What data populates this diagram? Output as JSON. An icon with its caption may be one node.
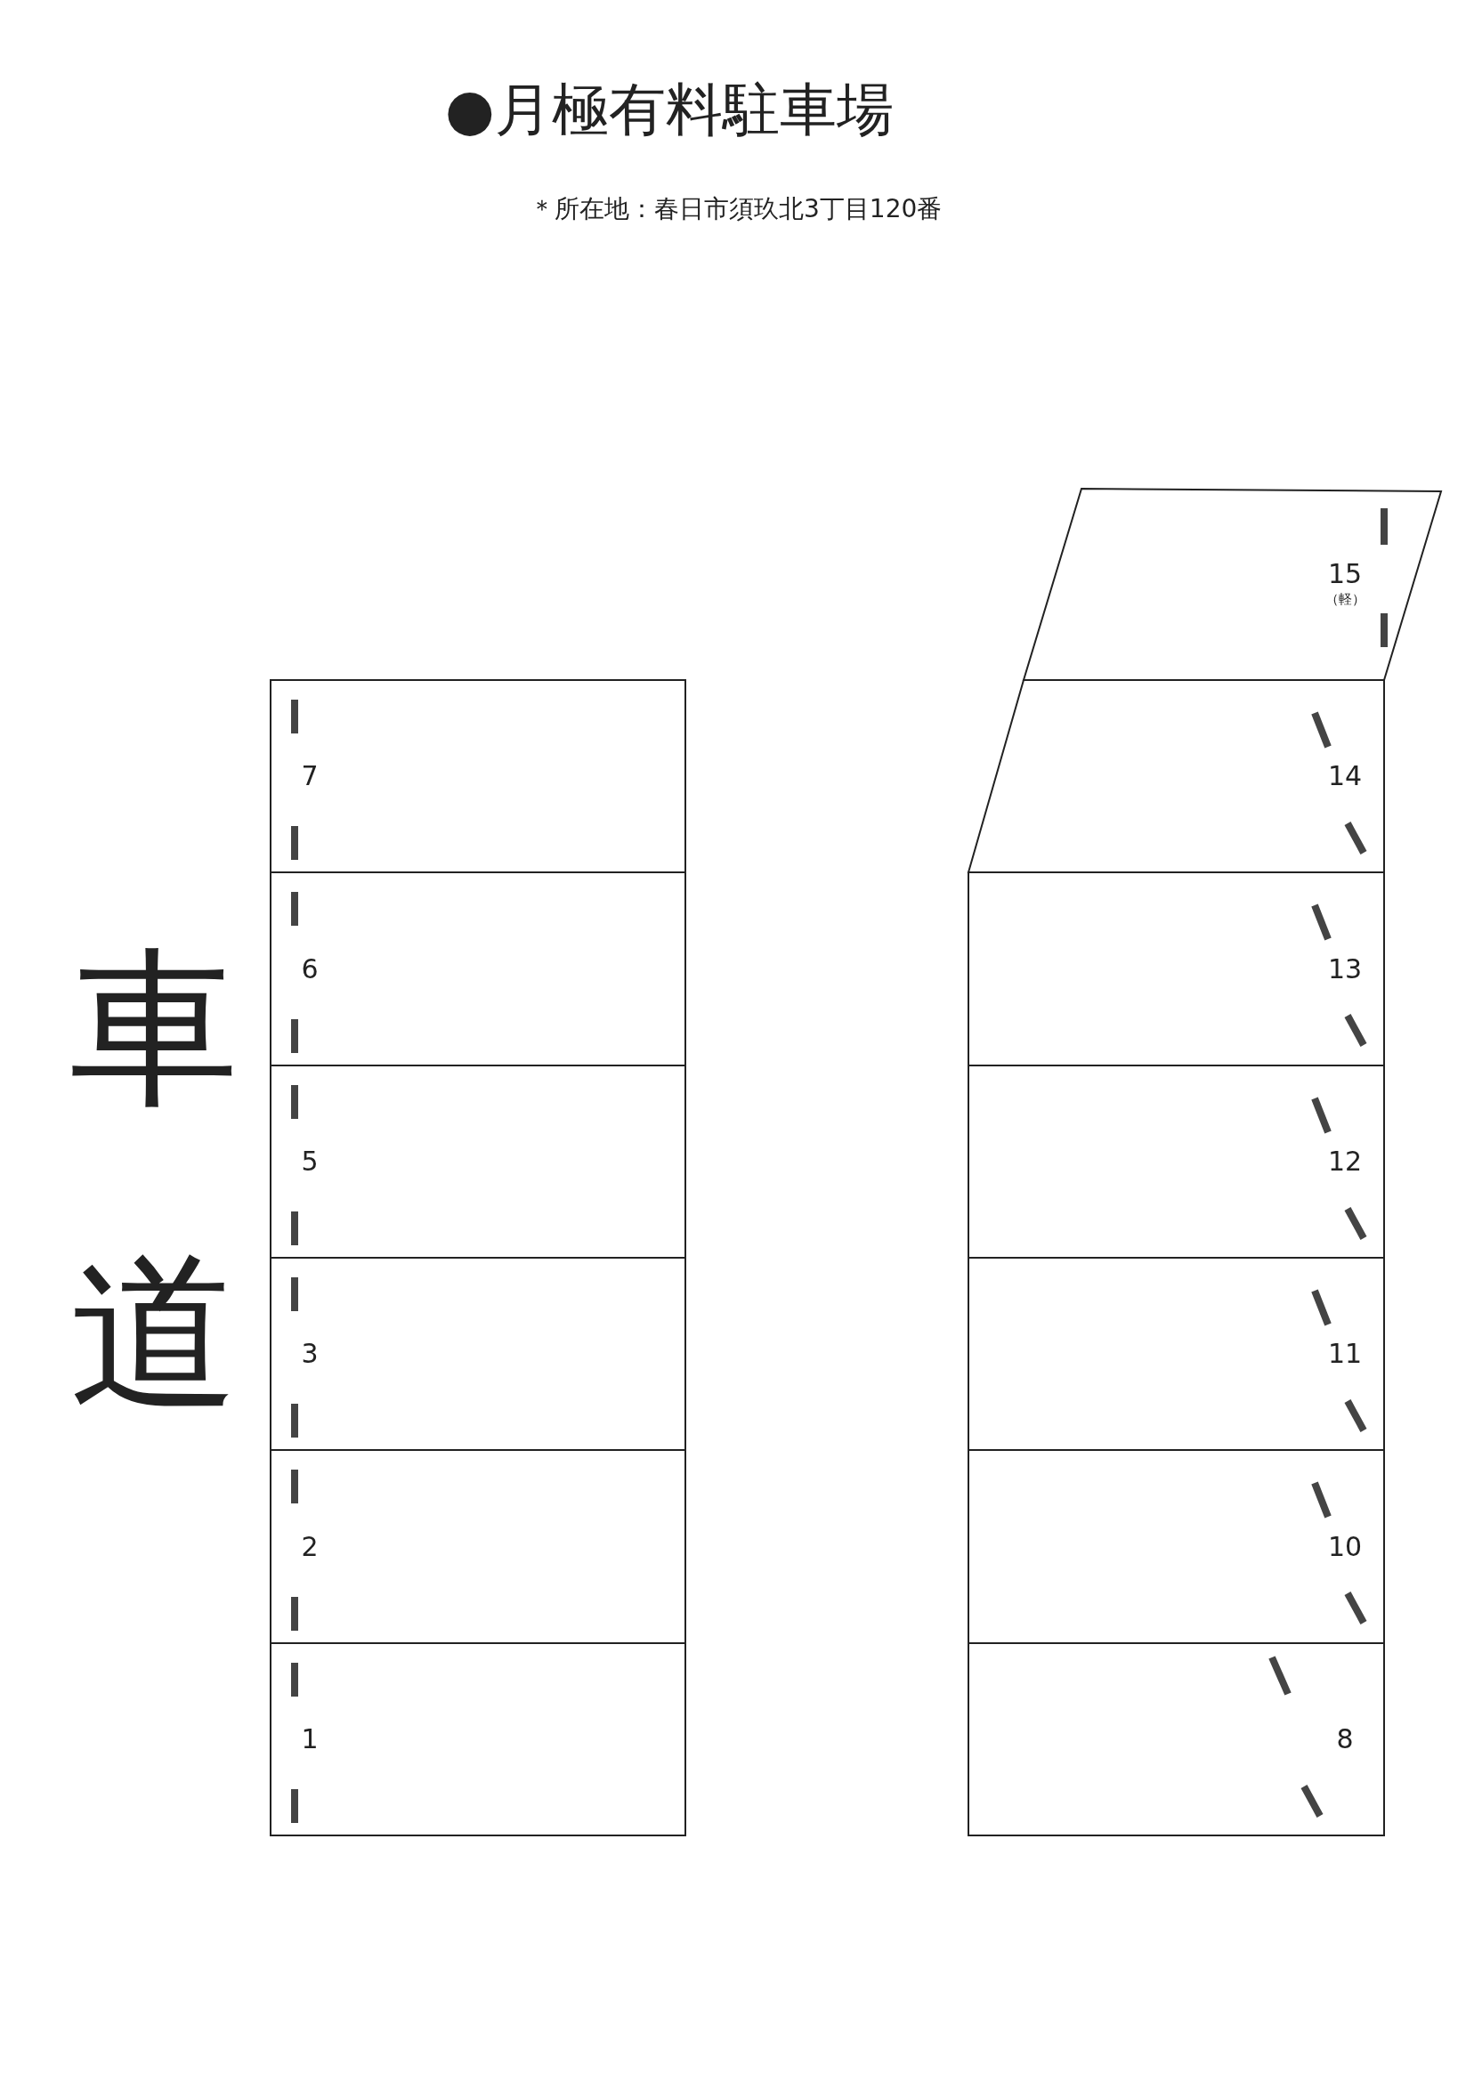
{
  "diagram": {
    "title": "●月極有料駐車場",
    "nodes": [
      {
        "text": [
          "7"
        ]
      },
      {
        "text": [
          "6"
        ]
      },
      {
        "text": [
          "5"
        ]
      },
      {
        "text": [
          "3"
        ]
      },
      {
        "text": [
          "2"
        ]
      },
      {
        "text": [
          "1"
        ]
      },
      {
        "text": [
          "15",
          "（軽）"
        ]
      },
      {
        "text": [
          "14"
        ]
      },
      {
        "text": [
          "13"
        ]
      },
      {
        "text": [
          "12"
        ]
      },
      {
        "text": [
          "11"
        ]
      },
      {
        "text": [
          "10"
        ]
      },
      {
        "text": [
          "8"
        ]
      }
    ],
    "labels": [
      "＊所在地：春日市須玖北3丁目120番",
      "車道"
    ]
  }
}
